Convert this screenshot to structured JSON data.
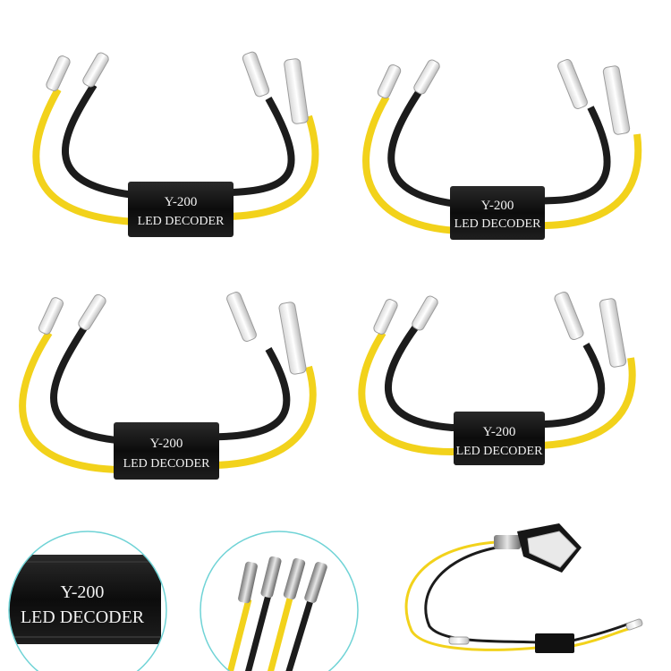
{
  "decoders": [
    {
      "model": "Y-200",
      "label": "LED DECODER"
    },
    {
      "model": "Y-200",
      "label": "LED DECODER"
    },
    {
      "model": "Y-200",
      "label": "LED DECODER"
    },
    {
      "model": "Y-200",
      "label": "LED DECODER"
    }
  ],
  "detail_zoom": {
    "model": "Y-200",
    "label": "LED DECODER"
  },
  "colors": {
    "wire_yellow": "#f2d21b",
    "wire_black": "#1c1c1c",
    "decoder_body": "#111111",
    "circle_outline": "#6fd3d6"
  }
}
